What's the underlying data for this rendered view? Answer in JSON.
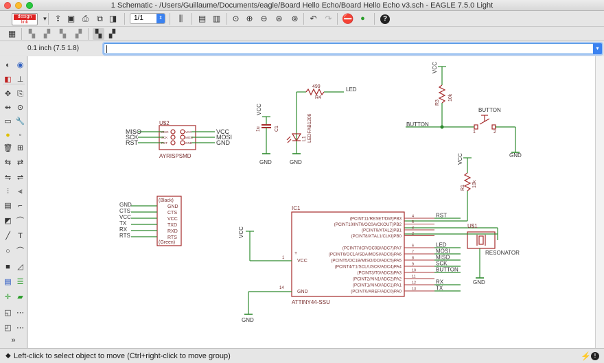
{
  "window": {
    "title": "1 Schematic - /Users/Guillaume/Documents/eagle/Board Hello Echo/Board Hello Echo v3.sch - EAGLE 7.5.0 Light"
  },
  "toolbar": {
    "sheet_value": "1/1",
    "logo_top": "design",
    "logo_bottom": "link"
  },
  "coordbar": {
    "grid_coord": "0.1 inch (7.5 1.8)",
    "command_value": ""
  },
  "status": {
    "hint": "Left-click to select object to move (Ctrl+right-click to move group)"
  },
  "colors": {
    "wire": "#2f8b2f",
    "symbol": "#a52a2a",
    "text": "#7a3030",
    "pin": "#aa3a3a",
    "selection_frame": "#3b7bd4"
  },
  "schematic": {
    "avr_header": {
      "name": "U$2",
      "value": "AYRISPSMD",
      "left_signals": [
        "MISO",
        "SCK",
        "RST"
      ],
      "right_signals": [
        "VCC",
        "MOSI",
        "GND"
      ],
      "pins_left": [
        "MISO",
        "SCK",
        "RST"
      ],
      "pins_right": [
        "VCC",
        "MOSI",
        "GND"
      ]
    },
    "capacitor": {
      "name": "C1",
      "value": "1u",
      "supply": "VCC",
      "ground": "GND"
    },
    "resistor_led": {
      "name": "R4",
      "value": "499",
      "net": "LED"
    },
    "led": {
      "name": "L1",
      "value": "LEDFAB1206",
      "ground": "GND"
    },
    "ftdi": {
      "pins": [
        "GND",
        "CTS",
        "VCC",
        "TXD",
        "RXD",
        "RTS"
      ],
      "top_label": "(Black)",
      "bottom_label": "(Green)",
      "signals": [
        "GND",
        "CTS",
        "VCC",
        "TX",
        "RX",
        "RTS"
      ]
    },
    "r3": {
      "name": "R3",
      "value": "10k",
      "supply": "VCC"
    },
    "button": {
      "label": "BUTTON",
      "net": "BUTTON",
      "pin1": "1",
      "pin2": "2",
      "ground": "GND"
    },
    "r1": {
      "name": "R1",
      "value": "10k",
      "supply": "VCC"
    },
    "resonator": {
      "name": "U$1",
      "value": "RESONATOR",
      "ground": "GND"
    },
    "mcu": {
      "name": "IC1",
      "value": "ATTINY44-SSU",
      "vcc_pin": "VCC",
      "vcc_num": "1",
      "gnd_pin": "GND",
      "gnd_num": "14",
      "supply": "VCC",
      "ground": "GND",
      "top_pins": [
        {
          "label": "(PCINT11/RESET/DW)PB3",
          "num": "4",
          "net": "RST"
        },
        {
          "label": "(PCINT10/INT0/OC0A/CKOUT)PB2",
          "num": "5",
          "net": ""
        },
        {
          "label": "(PCINT9/XTAL2)PB1",
          "num": "3",
          "net": ""
        },
        {
          "label": "(PCINT8/XTAL1/CLKI)PB0",
          "num": "2",
          "net": ""
        }
      ],
      "pa_pins": [
        {
          "label": "(PCINT7/ICP/OC0B/ADC7)PA7",
          "num": "6",
          "net": "LED"
        },
        {
          "label": "(PCINT6/OC1A/SDA/MOSI/ADC6)PA6",
          "num": "7",
          "net": "MOSI"
        },
        {
          "label": "(PCINT5/OC1B/MISO/DO/ADC5)PA5",
          "num": "8",
          "net": "MISO"
        },
        {
          "label": "(PCINT4/T1/SCL/USCK/ADC4)PA4",
          "num": "9",
          "net": "SCK"
        },
        {
          "label": "(PCINT3/T0/ADC3)PA3",
          "num": "10",
          "net": "BUTTON"
        },
        {
          "label": "(PCINT2/AIN1/ADC2)PA2",
          "num": "11",
          "net": ""
        },
        {
          "label": "(PCINT1/AIN0/ADC1)PA1",
          "num": "12",
          "net": "RX"
        },
        {
          "label": "(PCINT0/AREF/ADC0)PA0",
          "num": "13",
          "net": "TX"
        }
      ]
    }
  }
}
